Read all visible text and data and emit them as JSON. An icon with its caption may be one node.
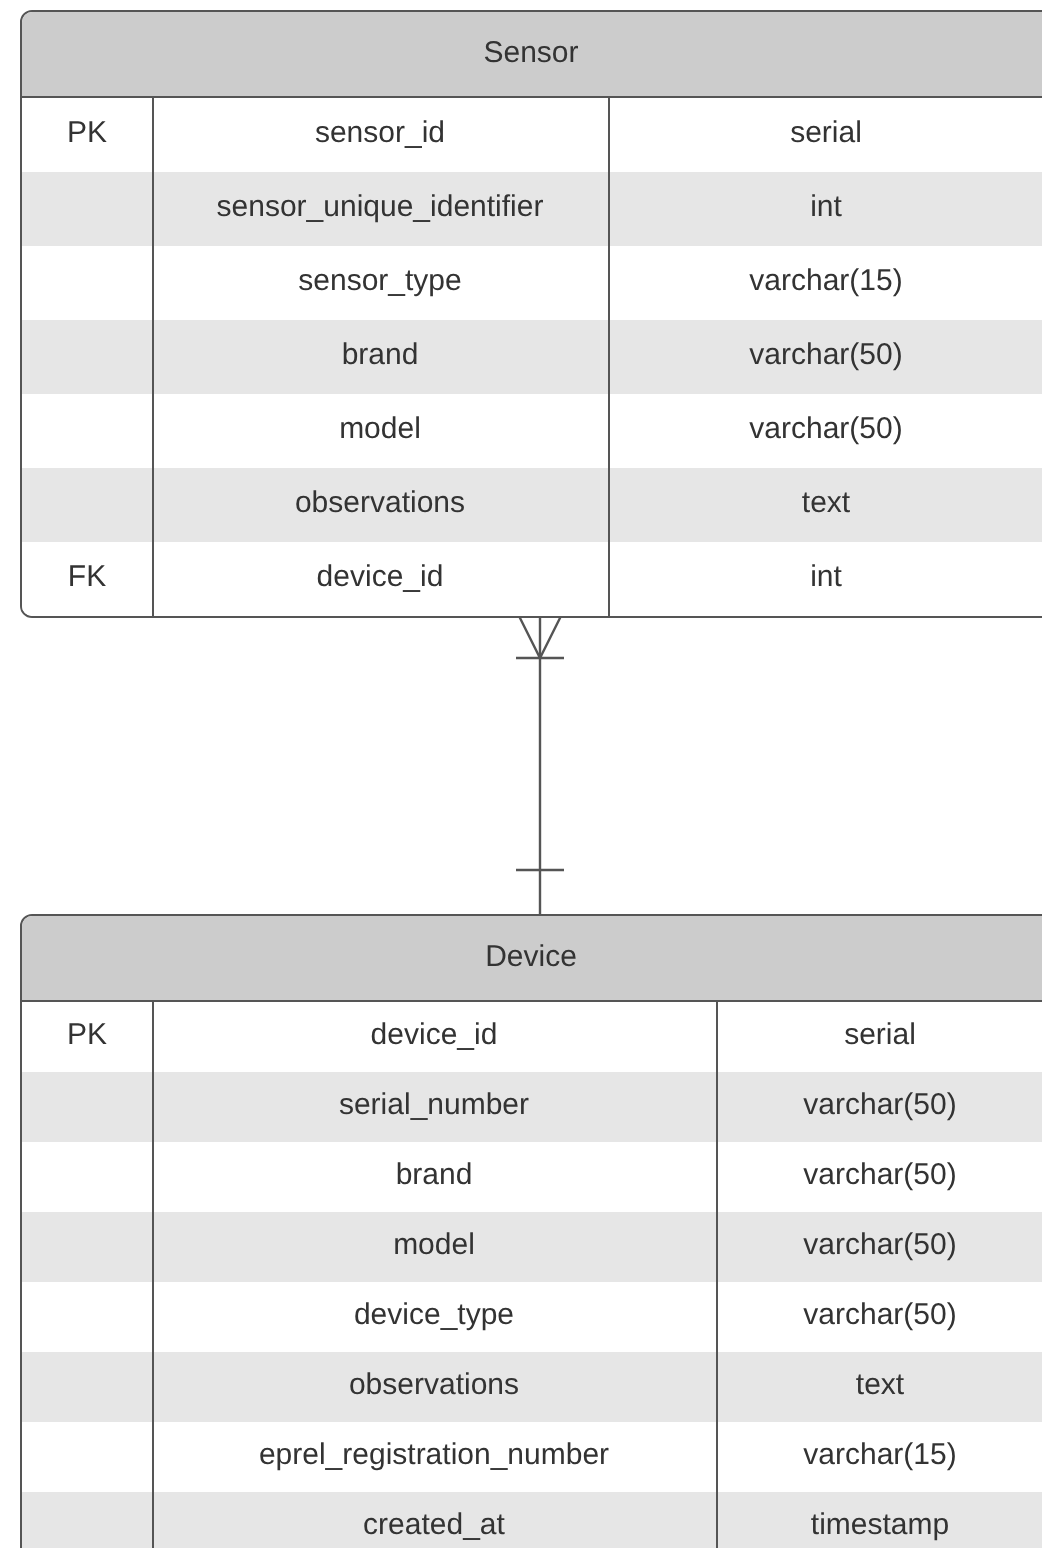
{
  "diagram": {
    "nodes": [
      {
        "text": [
          "Sensor"
        ]
      },
      {
        "text": [
          "PK",
          "sensor_id",
          "serial"
        ],
        "in": 0
      },
      {
        "text": [
          "sensor_unique_identifier",
          "int"
        ],
        "in": 0
      },
      {
        "text": [
          "sensor_type",
          "varchar(15)"
        ],
        "in": 0
      },
      {
        "text": [
          "brand",
          "varchar(50)"
        ],
        "in": 0
      },
      {
        "text": [
          "model",
          "varchar(50)"
        ],
        "in": 0
      },
      {
        "text": [
          "observations",
          "text"
        ],
        "in": 0
      },
      {
        "text": [
          "FK",
          "device_id",
          "int"
        ],
        "in": 0
      },
      {
        "text": [
          "Device"
        ]
      },
      {
        "text": [
          "PK",
          "device_id",
          "serial"
        ],
        "in": 8
      },
      {
        "text": [
          "serial_number",
          "varchar(50)"
        ],
        "in": 8
      },
      {
        "text": [
          "brand",
          "varchar(50)"
        ],
        "in": 8
      },
      {
        "text": [
          "model",
          "varchar(50)"
        ],
        "in": 8
      },
      {
        "text": [
          "device_type",
          "varchar(50)"
        ],
        "in": 8
      },
      {
        "text": [
          "observations",
          "text"
        ],
        "in": 8
      },
      {
        "text": [
          "eprel_registration_number",
          "varchar(15)"
        ],
        "in": 8
      },
      {
        "text": [
          "created_at",
          "timestamp"
        ],
        "in": 8
      }
    ],
    "edges": [
      {
        "from": 0,
        "to": 8,
        "arrow": "other"
      }
    ]
  }
}
